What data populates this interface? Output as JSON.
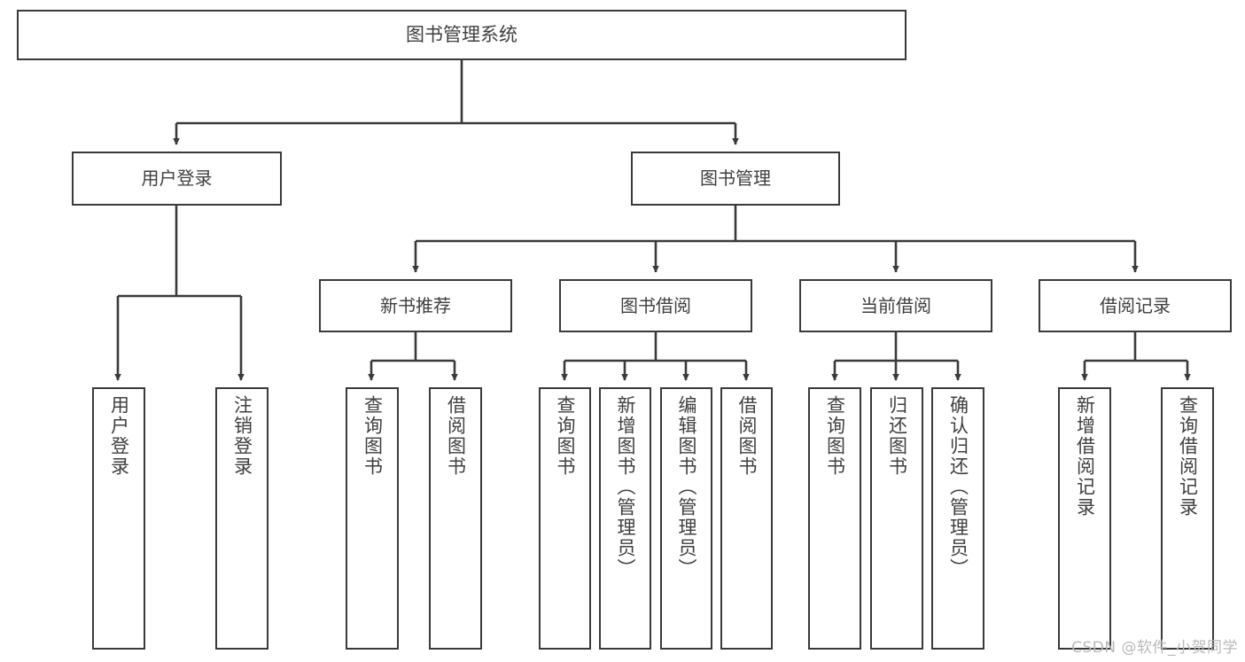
{
  "diagram": {
    "title": "图书管理系统",
    "type": "tree",
    "watermark": "CSDN @软件_小贺同学",
    "colors": {
      "box_border": "#3a3a3a",
      "box_fill": "#ffffff",
      "text": "#3f3f3f",
      "connector": "#3a3a3a",
      "watermark": "#b9b9b9",
      "background": "#ffffff"
    },
    "levels": {
      "level1": [
        "图书管理系统"
      ],
      "level2": [
        "用户登录",
        "图书管理"
      ],
      "level3": [
        "新书推荐",
        "图书借阅",
        "当前借阅",
        "借阅记录"
      ],
      "level4": [
        "用户登录",
        "注销登录",
        "查询图书",
        "借阅图书",
        "查询图书",
        "新增图书（管理员）",
        "编辑图书（管理员）",
        "借阅图书",
        "查询图书",
        "归还图书",
        "确认归还（管理员）",
        "新增借阅记录",
        "查询借阅记录"
      ]
    },
    "nodes": {
      "root": {
        "label": "图书管理系统"
      },
      "user_login": {
        "label": "用户登录"
      },
      "book_manage": {
        "label": "图书管理"
      },
      "new_book_rec": {
        "label": "新书推荐"
      },
      "book_borrow": {
        "label": "图书借阅"
      },
      "current_borrow": {
        "label": "当前借阅"
      },
      "borrow_record": {
        "label": "借阅记录"
      },
      "leaf_user_login": {
        "label": "用户登录"
      },
      "leaf_user_logout": {
        "label": "注销登录"
      },
      "leaf_query_book_a": {
        "label": "查询图书"
      },
      "leaf_borrow_book_a": {
        "label": "借阅图书"
      },
      "leaf_query_book_b": {
        "label": "查询图书"
      },
      "leaf_add_book": {
        "label": "新增图书（管理员）"
      },
      "leaf_edit_book": {
        "label": "编辑图书（管理员）"
      },
      "leaf_borrow_book_b": {
        "label": "借阅图书"
      },
      "leaf_query_book_c": {
        "label": "查询图书"
      },
      "leaf_return_book": {
        "label": "归还图书"
      },
      "leaf_confirm_return": {
        "label": "确认归还（管理员）"
      },
      "leaf_add_record": {
        "label": "新增借阅记录"
      },
      "leaf_query_record": {
        "label": "查询借阅记录"
      }
    },
    "edges": [
      {
        "from": "root",
        "to": "user_login"
      },
      {
        "from": "root",
        "to": "book_manage"
      },
      {
        "from": "user_login",
        "to": "leaf_user_login"
      },
      {
        "from": "user_login",
        "to": "leaf_user_logout"
      },
      {
        "from": "book_manage",
        "to": "new_book_rec"
      },
      {
        "from": "book_manage",
        "to": "book_borrow"
      },
      {
        "from": "book_manage",
        "to": "current_borrow"
      },
      {
        "from": "book_manage",
        "to": "borrow_record"
      },
      {
        "from": "new_book_rec",
        "to": "leaf_query_book_a"
      },
      {
        "from": "new_book_rec",
        "to": "leaf_borrow_book_a"
      },
      {
        "from": "book_borrow",
        "to": "leaf_query_book_b"
      },
      {
        "from": "book_borrow",
        "to": "leaf_add_book"
      },
      {
        "from": "book_borrow",
        "to": "leaf_edit_book"
      },
      {
        "from": "book_borrow",
        "to": "leaf_borrow_book_b"
      },
      {
        "from": "current_borrow",
        "to": "leaf_query_book_c"
      },
      {
        "from": "current_borrow",
        "to": "leaf_return_book"
      },
      {
        "from": "current_borrow",
        "to": "leaf_confirm_return"
      },
      {
        "from": "borrow_record",
        "to": "leaf_add_record"
      },
      {
        "from": "borrow_record",
        "to": "leaf_query_record"
      }
    ]
  }
}
